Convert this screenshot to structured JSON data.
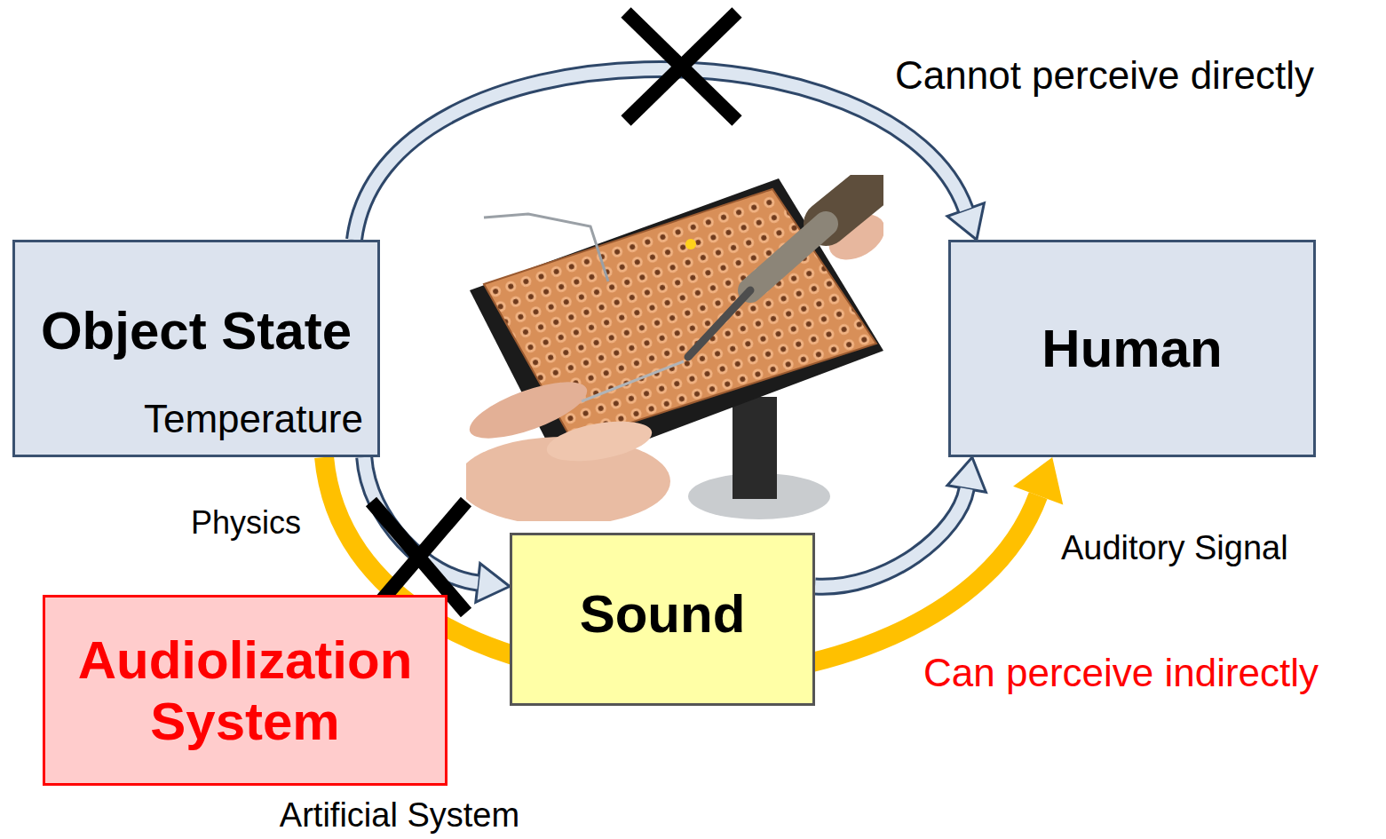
{
  "diagram": {
    "nodes": [
      {
        "text": [
          "Object State",
          "Temperature"
        ]
      },
      {
        "text": [
          "Human"
        ]
      },
      {
        "text": [
          "Sound"
        ]
      },
      {
        "text": [
          "Audiolization System"
        ]
      }
    ],
    "edges": [
      {
        "from": 0,
        "to": 1,
        "arrow": "to",
        "label": "Cannot perceive directly"
      },
      {
        "from": 0,
        "to": 2,
        "arrow": "to",
        "label": "Physics"
      },
      {
        "from": 2,
        "to": 1,
        "arrow": "to",
        "label": "Auditory Signal"
      },
      {
        "from": 0,
        "to": 1,
        "arrow": "to",
        "label": "Can perceive indirectly"
      }
    ],
    "labels": [
      "Artificial System"
    ]
  }
}
